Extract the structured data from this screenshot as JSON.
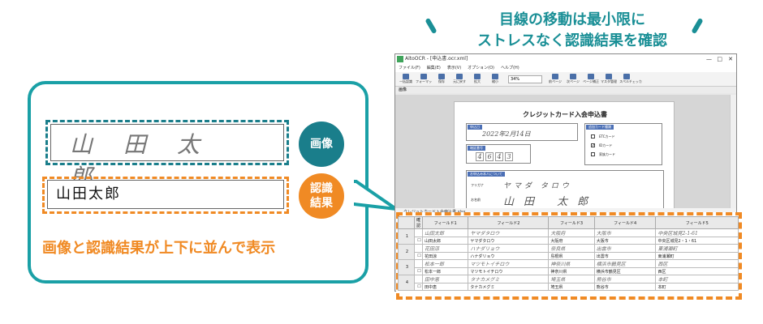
{
  "slogan": {
    "line1": "目線の移動は最小限に",
    "line2": "ストレスなく認識結果を確認"
  },
  "callout": {
    "handwritten_sample": "山田太郎",
    "recognized_text": "山田太郎",
    "badge_image": "画像",
    "badge_result_line1": "認識",
    "badge_result_line2": "結果",
    "caption": "画像と認識結果が上下に並んで表示"
  },
  "window": {
    "title": "AltoOCR - [申込書.ocr.xml]",
    "controls": [
      "—",
      "□",
      "✕"
    ],
    "menu": [
      "ファイル(F)",
      "編集(E)",
      "表示(V)",
      "オプション(O)",
      "ヘルプ(H)"
    ],
    "toolbar": [
      "一括認識",
      "フォーマット",
      "保存",
      "元に戻す",
      "拡大",
      "縮小",
      "前ページ",
      "次ページ",
      "ページ補正",
      "マスタ管理",
      "スペルチェッカー"
    ],
    "zoom": "34%",
    "pane_label": "画像",
    "tab_label": "クレジットカード入会申込書.xlsx",
    "colors": {
      "accent": "#1aa0a6",
      "orange": "#f08a24",
      "form_blue": "#4b6fb5"
    }
  },
  "form": {
    "title": "クレジットカード入会申込書",
    "date_label": "申込日",
    "date_value": "2022年2月14日",
    "card_type_label": "追加カード種類",
    "card_options": [
      "ETCカード",
      "IDカード",
      "家族カード"
    ],
    "card_checked": "IDカード",
    "id_label": "暗証番号",
    "id_digits": [
      "4",
      "6",
      "4",
      "3"
    ],
    "applicant_label": "お申込み本人について",
    "furigana_label": "フリガナ",
    "furigana_value": "ヤマダ タロウ",
    "name_label": "お名前",
    "name_value": "山田 太郎"
  },
  "grid": {
    "headers": [
      "",
      "確認",
      "フィールド1",
      "フィールド2",
      "フィールド3",
      "フィールド4",
      "フィールド5"
    ],
    "rows": [
      {
        "index": "1",
        "image": [
          "山田太郎",
          "ヤマダタロウ",
          "大阪府",
          "大阪市",
          "中央区城見2-1-61"
        ],
        "text": [
          "山田太郎",
          "ヤマダタロウ",
          "大阪府",
          "大阪市",
          "中央区城見2・1・61"
        ]
      },
      {
        "index": "2",
        "image": [
          "花田涼",
          "ハナダリョウ",
          "奈良県",
          "出雲市",
          "東浦瀬町"
        ],
        "text": [
          "花田涼",
          "ハナダリョウ",
          "島根県",
          "出雲市",
          "東浦瀬町"
        ]
      },
      {
        "index": "3",
        "image": [
          "松本一郎",
          "マツモトイチロウ",
          "神奈川県",
          "横浜市鶴見区",
          "西区"
        ],
        "text": [
          "松本一郎",
          "マツモトイチロウ",
          "神奈川県",
          "横浜市鶴見区",
          "西区"
        ]
      },
      {
        "index": "4",
        "image": [
          "田中恵",
          "タナカメグミ",
          "埼玉県",
          "熊谷市",
          "本町"
        ],
        "text": [
          "田中恵",
          "タナカメグミ",
          "埼玉県",
          "熊谷市",
          "本町"
        ]
      }
    ]
  }
}
